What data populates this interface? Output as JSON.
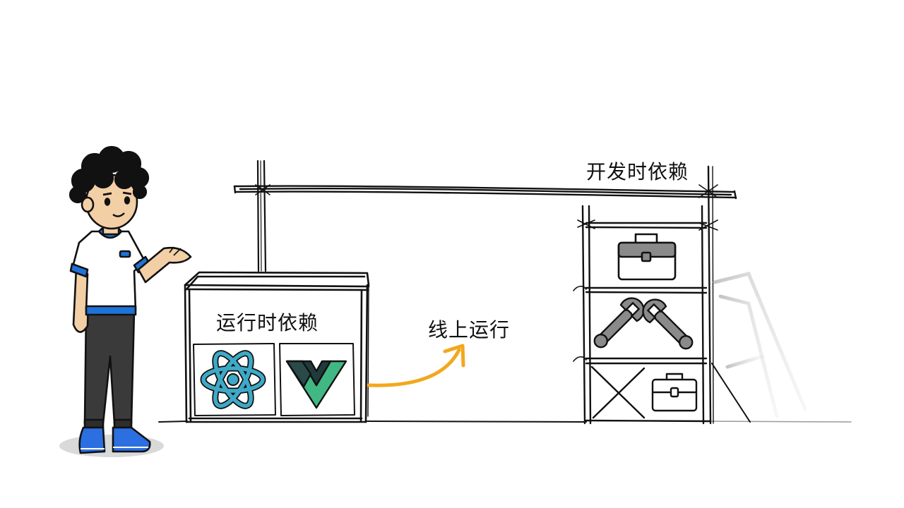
{
  "labels": {
    "runtime_deps": "运行时依赖",
    "online_run": "线上运行",
    "dev_deps": "开发时依赖"
  },
  "icons": {
    "runtime_box": [
      "react-logo-icon",
      "vue-logo-icon"
    ],
    "dev_shelf": [
      "toolbox-icon",
      "wrench-icon",
      "wrench-icon",
      "small-toolbox-icon"
    ]
  },
  "colors": {
    "ink": "#111111",
    "arrow": "#f2a81d",
    "shirt_trim": "#1e73d8",
    "shoe": "#2b6fe0",
    "skin": "#f3cfa6",
    "pants": "#3a3a3a",
    "react": "#3ea9c7",
    "vue_green": "#41b883",
    "vue_dark": "#1f3b3b",
    "tool_gray": "#8a8a8a"
  }
}
